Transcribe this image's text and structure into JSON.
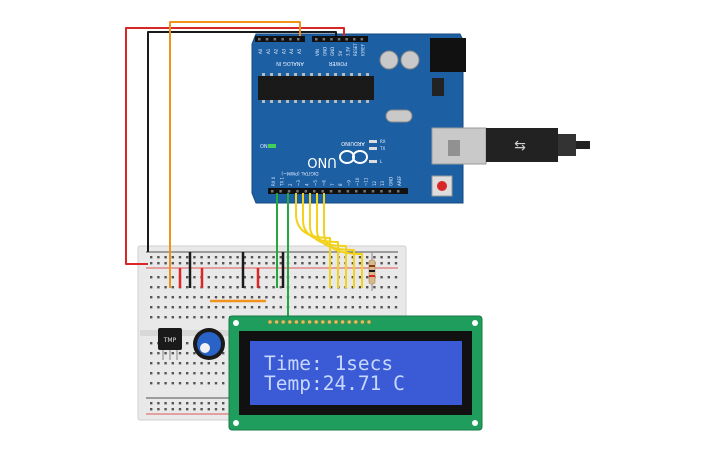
{
  "colors": {
    "arduino_board": "#1c5fa3",
    "breadboard": "#e9e9e9",
    "lcd_pcb": "#1f9d5c",
    "lcd_screen": "#3b5bd6",
    "lcd_text": "#c7d7ff",
    "wire_red": "#d92626",
    "wire_black": "#1a1a1a",
    "wire_orange": "#f0921c",
    "wire_yellow": "#f2d21b",
    "wire_green": "#27a83a"
  },
  "arduino": {
    "brand": "ARDUINO",
    "model": "UNO",
    "label_on": "ON",
    "label_tx": "TX",
    "label_rx": "RX",
    "label_l": "L",
    "header_power": "POWER",
    "header_analog": "ANALOG IN",
    "header_digital": "DIGITAL (PWM~)",
    "pins_analog": [
      "A0",
      "A1",
      "A2",
      "A3",
      "A4",
      "A5"
    ],
    "pins_power": [
      "VIN",
      "GND",
      "GND",
      "5V",
      "3.3V",
      "RESET",
      "IOREF"
    ],
    "pins_digital": [
      "RX 0",
      "TX 1",
      "2",
      "~3",
      "4",
      "~5",
      "~6",
      "7",
      "8",
      "~9",
      "~10",
      "~11",
      "12",
      "13",
      "GND",
      "AREF"
    ]
  },
  "sensor": {
    "label": "TMP"
  },
  "lcd": {
    "line1": "Time:  1secs",
    "line2": "Temp:24.71 C"
  }
}
